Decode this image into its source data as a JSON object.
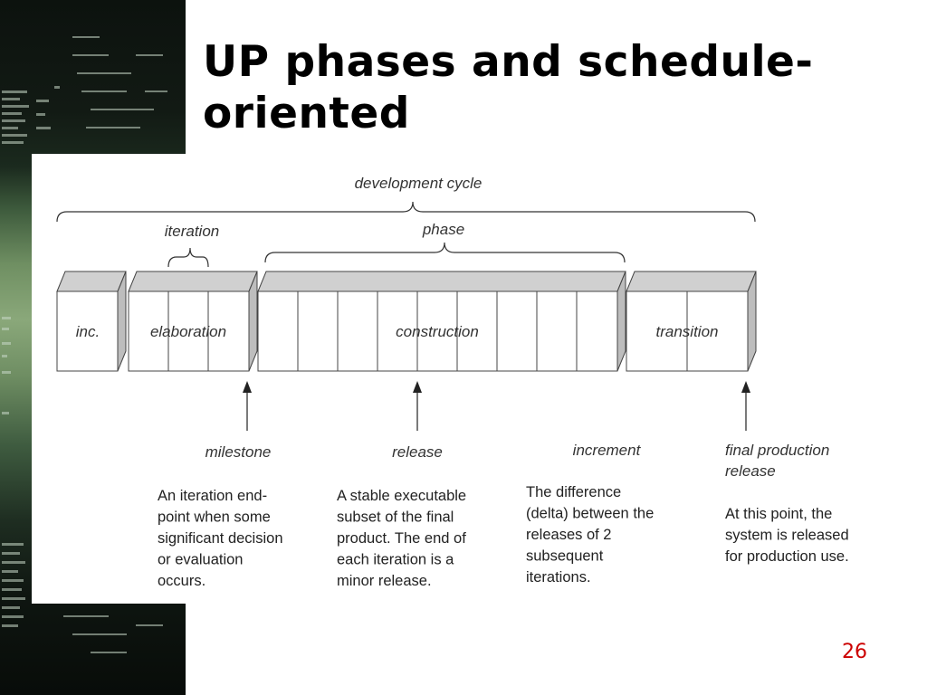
{
  "slide": {
    "title": "UP phases and schedule-oriented",
    "page_number": "26"
  },
  "diagram": {
    "labels": {
      "development_cycle": "development cycle",
      "iteration": "iteration",
      "phase": "phase"
    },
    "phases": {
      "inception": "inc.",
      "elaboration": "elaboration",
      "construction": "construction",
      "transition": "transition"
    },
    "markers": {
      "milestone": "milestone",
      "release": "release",
      "increment": "increment",
      "final_production_release": [
        "final production",
        "release"
      ]
    },
    "descriptions": {
      "milestone": [
        "An iteration end-",
        "point when some",
        "significant decision",
        "or evaluation",
        "occurs."
      ],
      "release": [
        "A stable executable",
        "subset of the final",
        "product. The end of",
        "each iteration is a",
        "minor release."
      ],
      "increment": [
        "The difference",
        "(delta) between the",
        "releases of 2",
        "subsequent",
        "iterations."
      ],
      "final_production_release": [
        "At this point, the",
        "system is released",
        "for production use."
      ]
    }
  }
}
